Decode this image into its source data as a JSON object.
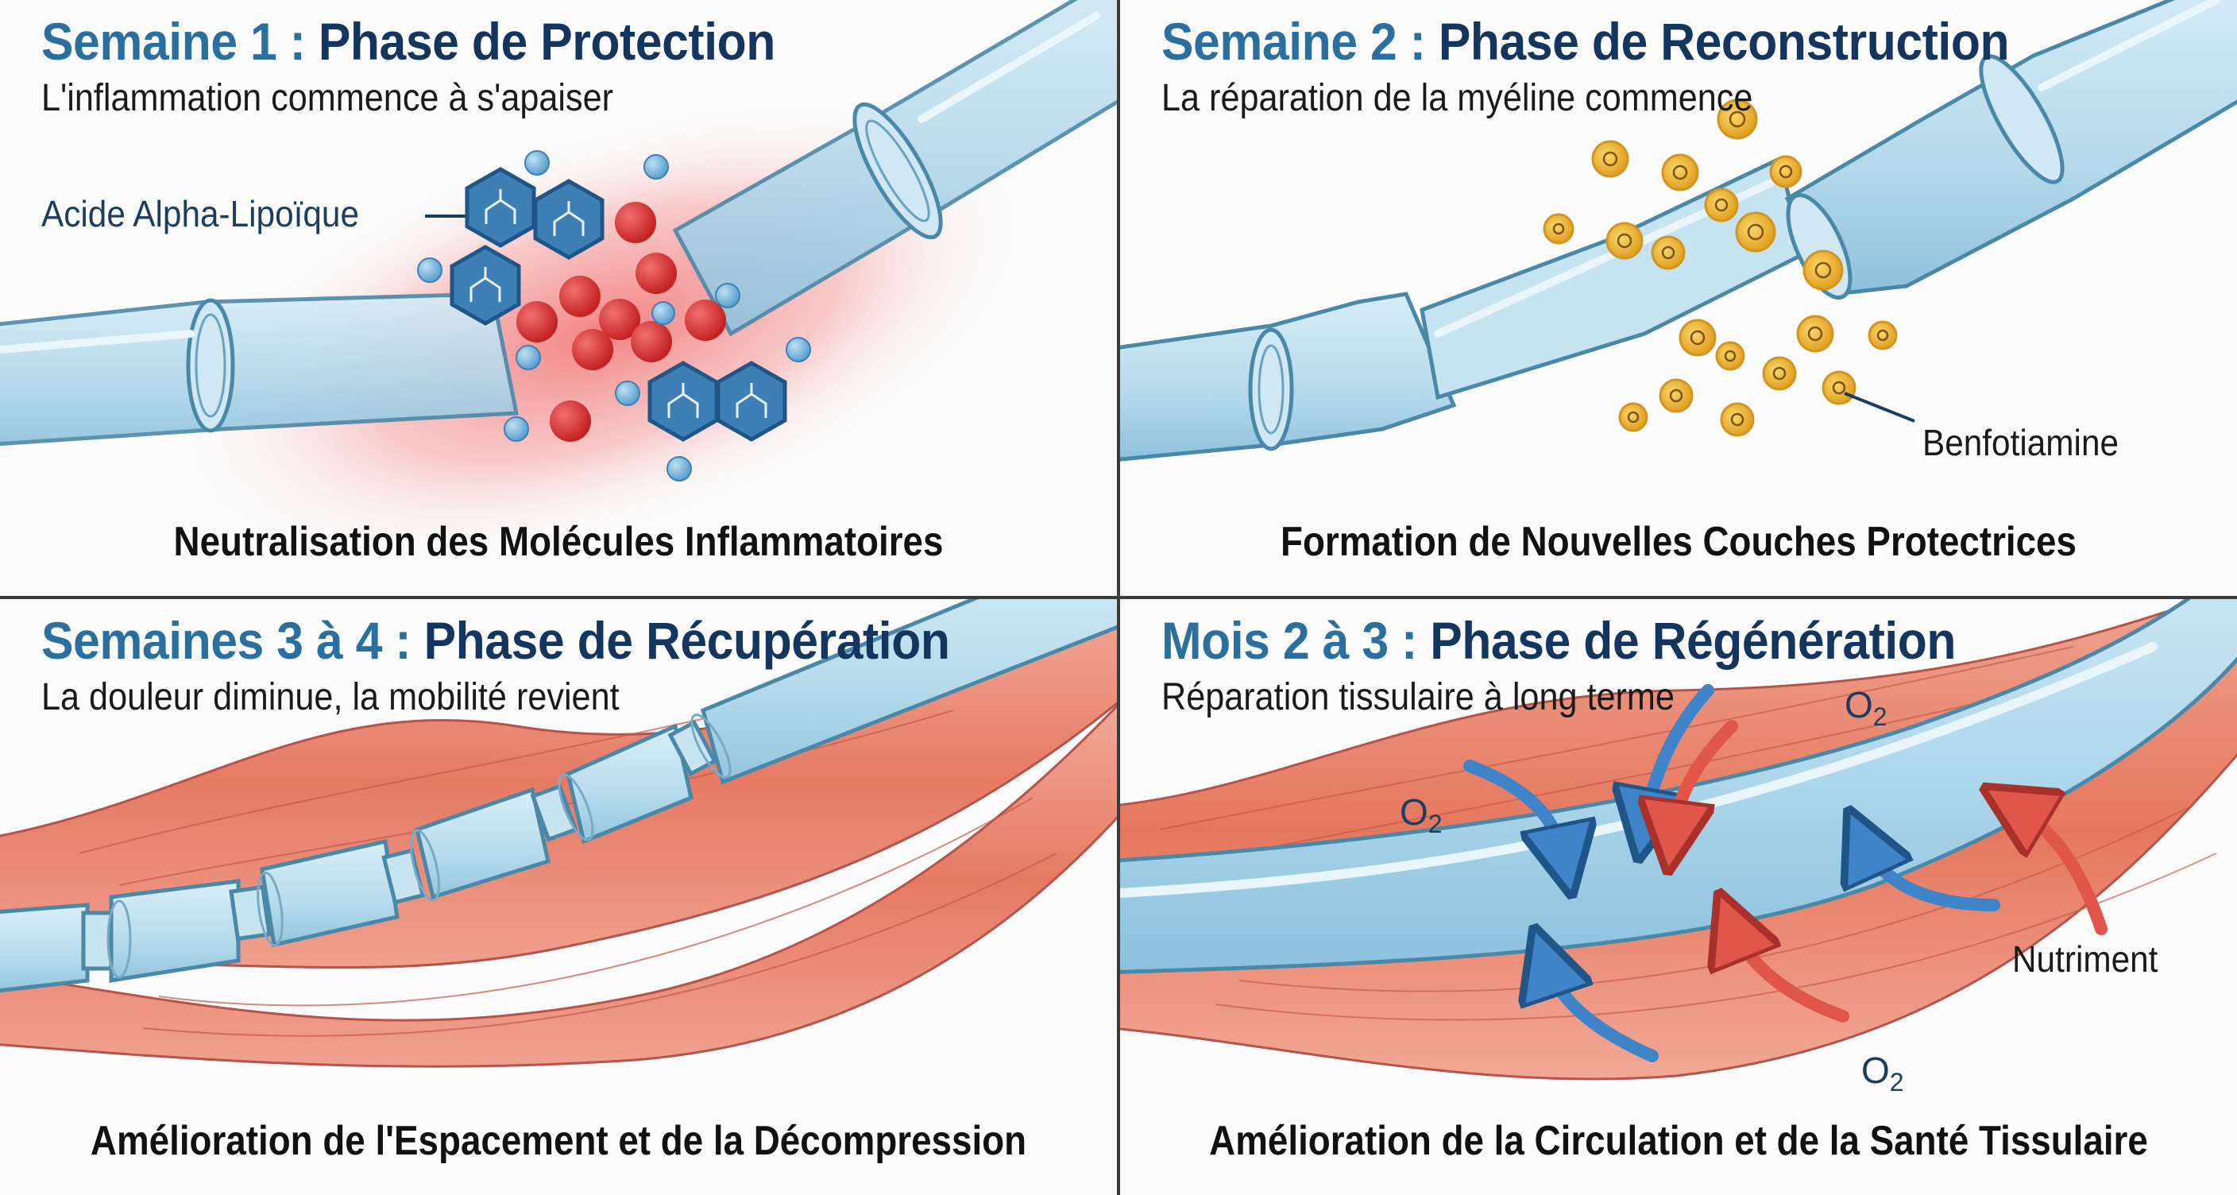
{
  "panels": [
    {
      "id": "week1",
      "title_lead": "Semaine 1 :",
      "title_main": "Phase de Protection",
      "subtitle": "L'inflammation commence à s'apaiser",
      "caption": "Neutralisation des Molécules Inflammatoires",
      "label": "Acide Alpha-Lipoïque",
      "icons": [
        "myelin-nerve-icon",
        "inflammation-glow-icon",
        "antioxidant-hexagon-icon",
        "inflammatory-molecule-icon",
        "small-bubble-icon"
      ]
    },
    {
      "id": "week2",
      "title_lead": "Semaine 2 :",
      "title_main": "Phase de Reconstruction",
      "subtitle": "La réparation de la myéline commence",
      "caption": "Formation de Nouvelles Couches Protectrices",
      "label": "Benfotiamine",
      "icons": [
        "myelin-nerve-icon",
        "benfotiamine-particle-icon"
      ]
    },
    {
      "id": "weeks3-4",
      "title_lead": "Semaines 3 à 4 :",
      "title_main": "Phase de Récupération",
      "subtitle": "La douleur diminue, la mobilité revient",
      "caption": "Amélioration de l'Espacement et de la Décompression",
      "icons": [
        "muscle-fiber-icon",
        "nerve-segment-icon"
      ]
    },
    {
      "id": "months2-3",
      "title_lead": "Mois 2 à 3 :",
      "title_main": "Phase de Régénération",
      "subtitle": "Réparation tissulaire à long terme",
      "caption": "Amélioration de la Circulation et de la Santé Tissulaire",
      "label": "Nutriment",
      "o2_base": "O",
      "o2_sub": "2",
      "icons": [
        "muscle-fiber-icon",
        "nerve-icon",
        "oxygen-arrow-icon",
        "nutrient-arrow-icon"
      ]
    }
  ],
  "colors": {
    "title_lead": "#2a6f9e",
    "title_main": "#14365e",
    "nerve_fill": "#b9dcec",
    "nerve_stroke": "#4a88a8",
    "muscle_fill": "#e9836d",
    "inflammation": "#ef5a5a",
    "hexagon": "#3e7fb5",
    "red_molecule": "#d9302f",
    "blue_bubble": "#7cb8dc",
    "benfotiamine": "#f0b93a",
    "oxygen_arrow": "#3f83c8",
    "nutrient_arrow": "#e0564a",
    "divider": "#3a3a3a"
  }
}
